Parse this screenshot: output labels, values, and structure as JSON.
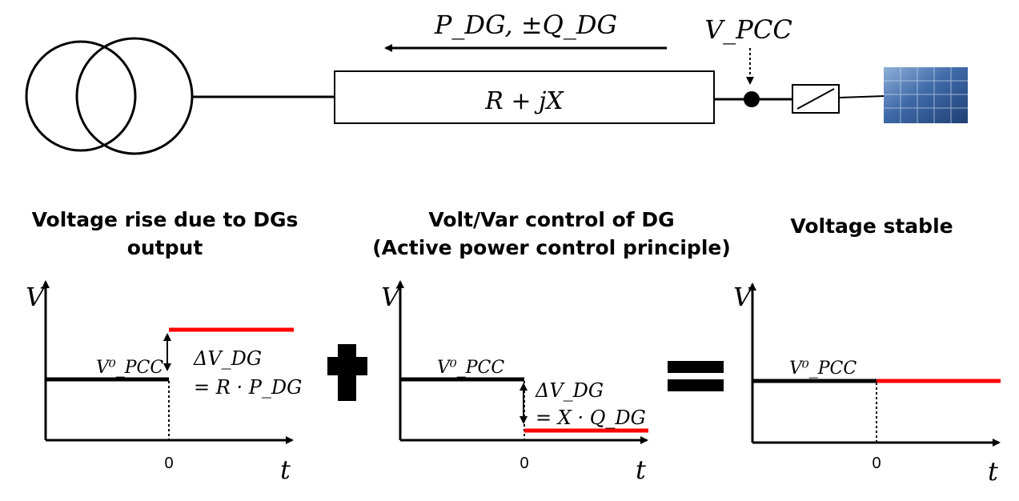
{
  "top": {
    "flow_label": "P_DG, ±Q_DG",
    "impedance_label": "R + jX",
    "pcc_label": "V_PCC"
  },
  "panels": [
    {
      "title_line1": "Voltage rise due to DGs",
      "title_line2": "output",
      "v_axis": "V",
      "t_axis": "t",
      "zero_tick": "0",
      "ref_label": "V⁰_PCC",
      "delta_label": "ΔV_DG",
      "eq_label": "= R · P_DG"
    },
    {
      "title_line1": "Volt/Var control of DG",
      "title_line2": "(Active power control principle)",
      "v_axis": "V",
      "t_axis": "t",
      "zero_tick": "0",
      "ref_label": "V⁰_PCC",
      "delta_label": "ΔV_DG",
      "eq_label": "= X · Q_DG"
    },
    {
      "title_line1": "Voltage stable",
      "v_axis": "V",
      "t_axis": "t",
      "zero_tick": "0",
      "ref_label": "V⁰_PCC"
    }
  ],
  "operators": {
    "plus": "+",
    "equals": "="
  },
  "colors": {
    "line": "#000000",
    "highlight": "#ff0000",
    "panel_blue": "#4a6fa5"
  }
}
